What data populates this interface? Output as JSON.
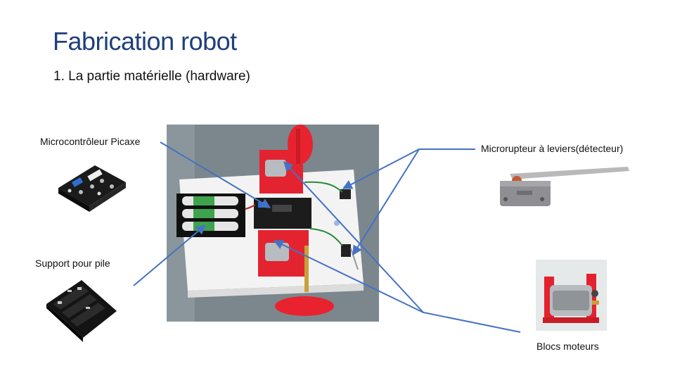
{
  "slide": {
    "title": "Fabrication robot",
    "subtitle": "1. La partie matérielle (hardware)"
  },
  "labels": {
    "microcontroller": "Microcontrôleur Picaxe",
    "battery_holder": "Support pour pile",
    "microswitch": "Microrupteur à leviers(détecteur)",
    "motor_blocks": "Blocs moteurs"
  },
  "colors": {
    "title": "#1f3f7a",
    "connector_lines": "#4472c4",
    "robot_red": "#e8232f",
    "board_white": "#f4f4f4"
  },
  "icons": [
    "picaxe-board-image",
    "battery-holder-image",
    "robot-photo",
    "microswitch-image",
    "motor-block-image"
  ]
}
